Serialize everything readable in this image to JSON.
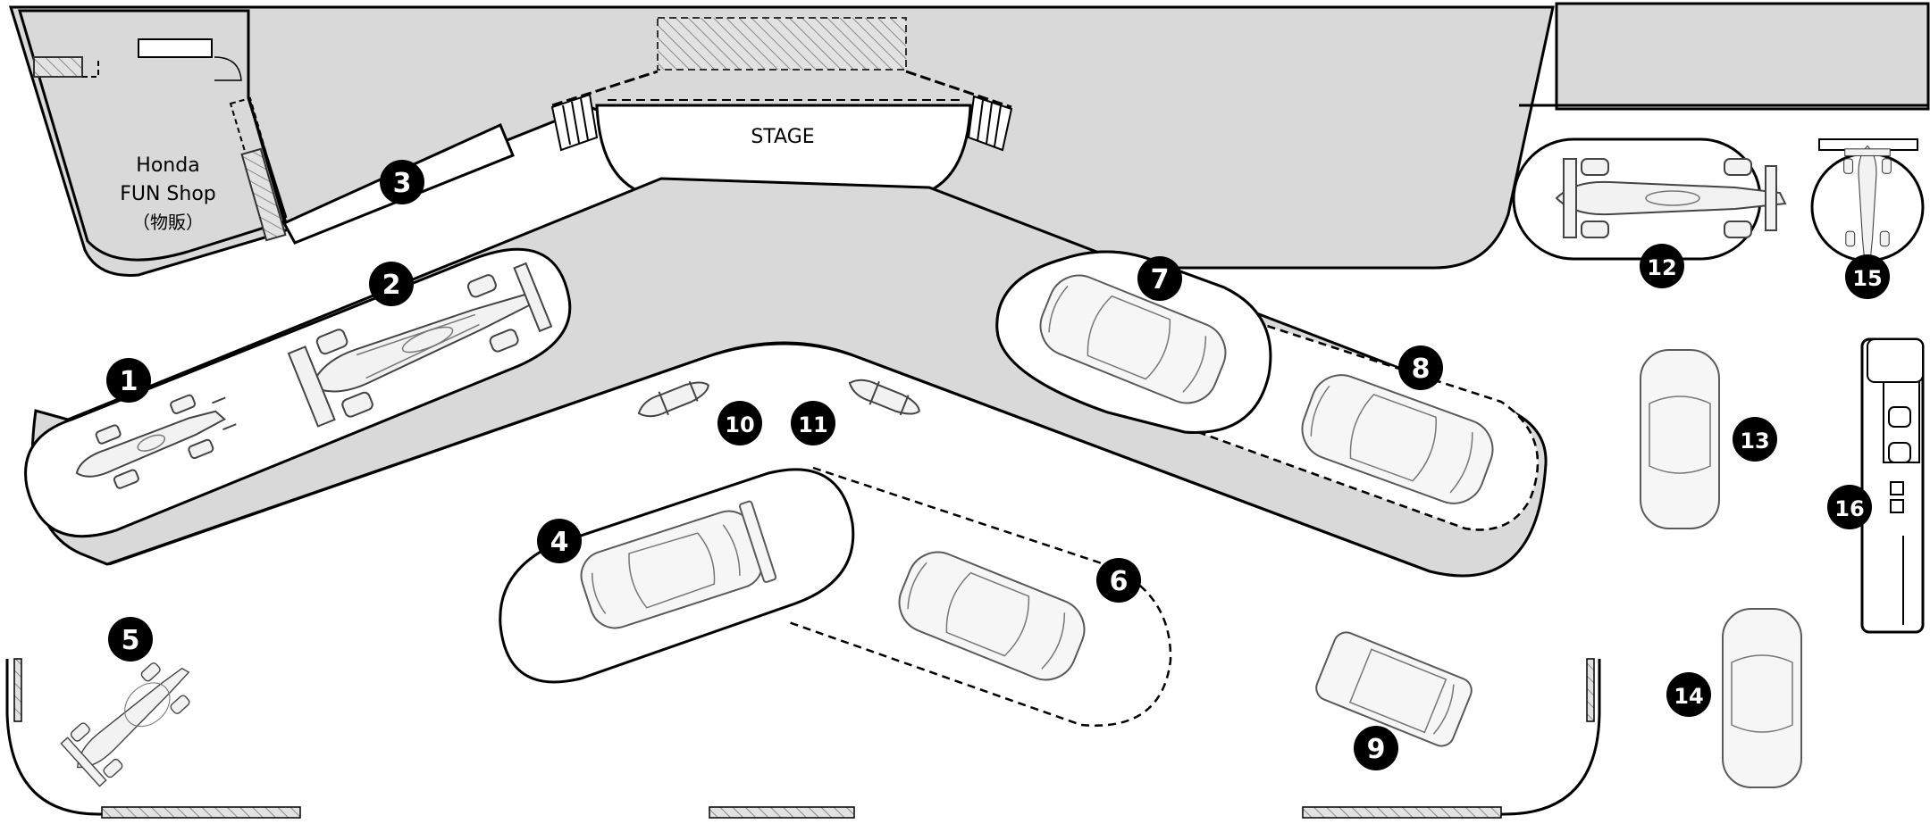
{
  "labels": {
    "stage": "STAGE",
    "shop_line1": "Honda",
    "shop_line2": "FUN Shop",
    "shop_line3": "（物販）"
  },
  "markers": [
    "1",
    "2",
    "3",
    "4",
    "5",
    "6",
    "7",
    "8",
    "9",
    "10",
    "11",
    "12",
    "13",
    "14",
    "15",
    "16"
  ],
  "colors": {
    "zone": "#d9d9d9",
    "outline": "#000000",
    "marker": "#000000",
    "marker_text": "#ffffff",
    "hatch": "#9a9a9a"
  }
}
